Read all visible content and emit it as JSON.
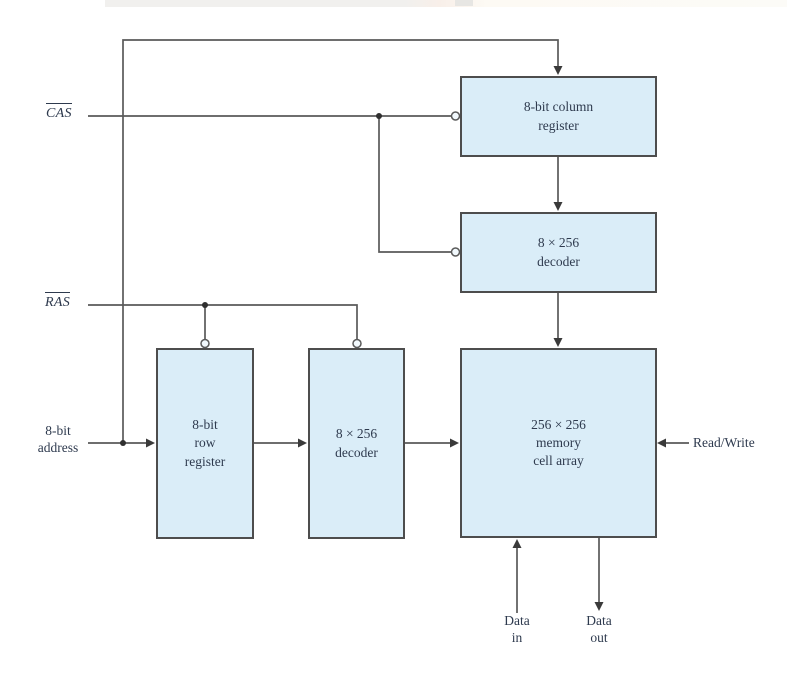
{
  "diagram": {
    "kind": "dram-organization-block-diagram",
    "boxes": {
      "column_register": {
        "line1": "8-bit column",
        "line2": "register"
      },
      "column_decoder": {
        "line1": "8 × 256",
        "line2": "decoder"
      },
      "memory_array": {
        "line1": "256 × 256",
        "line2": "memory",
        "line3": "cell array"
      },
      "row_register": {
        "line1": "8-bit",
        "line2": "row",
        "line3": "register"
      },
      "row_decoder": {
        "line1": "8 × 256",
        "line2": "decoder"
      }
    },
    "signals": {
      "cas": "CAS",
      "ras": "RAS",
      "address_line1": "8-bit",
      "address_line2": "address",
      "read_write": "Read/Write",
      "data_in_line1": "Data",
      "data_in_line2": "in",
      "data_out_line1": "Data",
      "data_out_line2": "out"
    },
    "colors": {
      "box_fill": "#daedf8",
      "box_border": "#4d4d4d",
      "wire": "#5a5a5a",
      "text": "#2e3a4e"
    }
  }
}
